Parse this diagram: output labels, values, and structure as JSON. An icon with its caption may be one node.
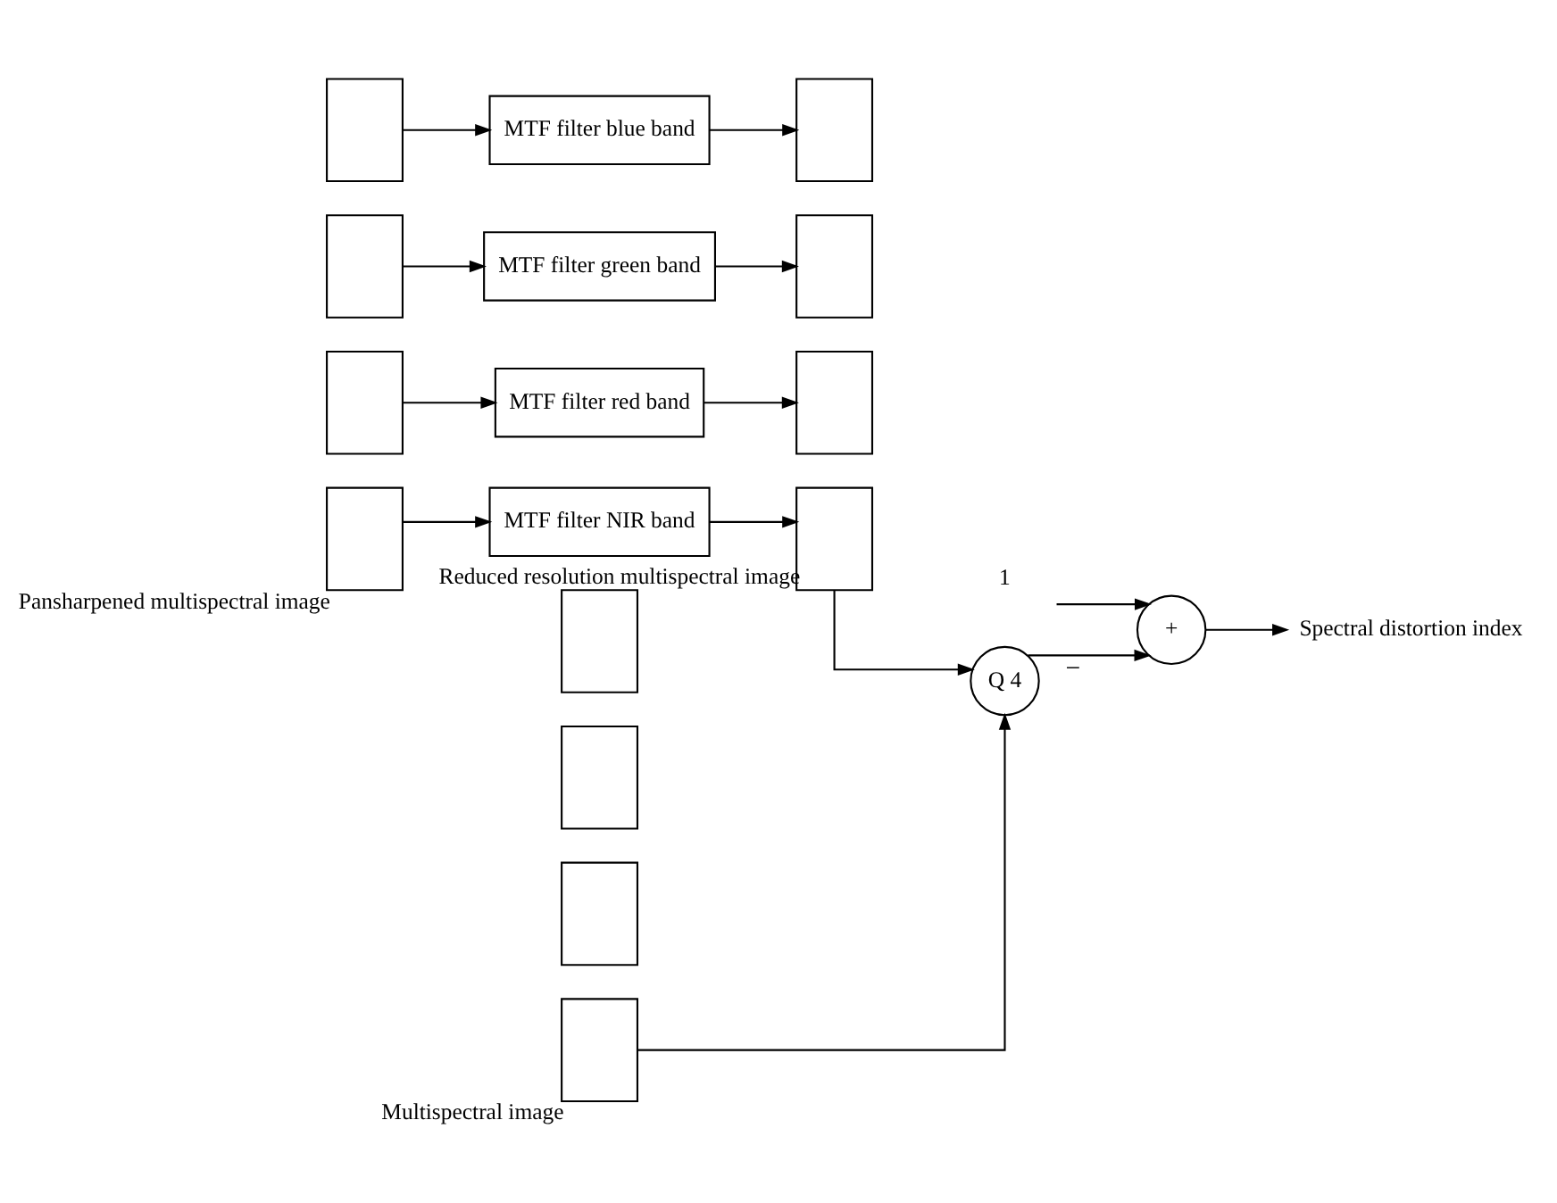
{
  "diagram": {
    "nodes": [
      {
        "text": [],
        "shape": "box"
      },
      {
        "text": [],
        "shape": "box"
      },
      {
        "text": [],
        "shape": "box"
      },
      {
        "text": [],
        "shape": "box",
        "beside": [
          "Pansharpened multispectral image"
        ]
      },
      {
        "text": [
          "MTF filter blue band"
        ]
      },
      {
        "text": [
          "MTF filter green band"
        ]
      },
      {
        "text": [
          "MTF filter red band"
        ]
      },
      {
        "text": [
          "MTF filter NIR band"
        ]
      },
      {
        "text": [],
        "shape": "box"
      },
      {
        "text": [],
        "shape": "box"
      },
      {
        "text": [],
        "shape": "box"
      },
      {
        "text": [],
        "shape": "box",
        "beside": [
          "Reduced resolution multispectral image"
        ]
      },
      {
        "text": [
          "Q 4"
        ]
      },
      {
        "text": [],
        "shape": "box"
      },
      {
        "text": [],
        "shape": "box"
      },
      {
        "text": [],
        "shape": "box"
      },
      {
        "text": [],
        "shape": "box",
        "beside": [
          "Multispectral image"
        ]
      },
      {
        "text": [
          "+"
        ]
      },
      {
        "text": [
          "1"
        ]
      },
      {
        "text": [
          "Spectral distortion index"
        ]
      }
    ],
    "edges": [
      {
        "from": 0,
        "to": 4,
        "arrow": "to"
      },
      {
        "from": 1,
        "to": 5,
        "arrow": "to"
      },
      {
        "from": 2,
        "to": 6,
        "arrow": "to"
      },
      {
        "from": 3,
        "to": 7,
        "arrow": "to"
      },
      {
        "from": 4,
        "to": 8,
        "arrow": "to"
      },
      {
        "from": 5,
        "to": 9,
        "arrow": "to"
      },
      {
        "from": 6,
        "to": 10,
        "arrow": "to"
      },
      {
        "from": 7,
        "to": 11,
        "arrow": "to"
      },
      {
        "from": 11,
        "to": 12,
        "arrow": "to"
      },
      {
        "from": 16,
        "to": 12,
        "arrow": "to"
      },
      {
        "from": 12,
        "to": 17,
        "arrow": "to",
        "label": "−"
      },
      {
        "from": 18,
        "to": 17,
        "arrow": "to"
      },
      {
        "from": 17,
        "to": 19,
        "arrow": "to"
      }
    ]
  }
}
